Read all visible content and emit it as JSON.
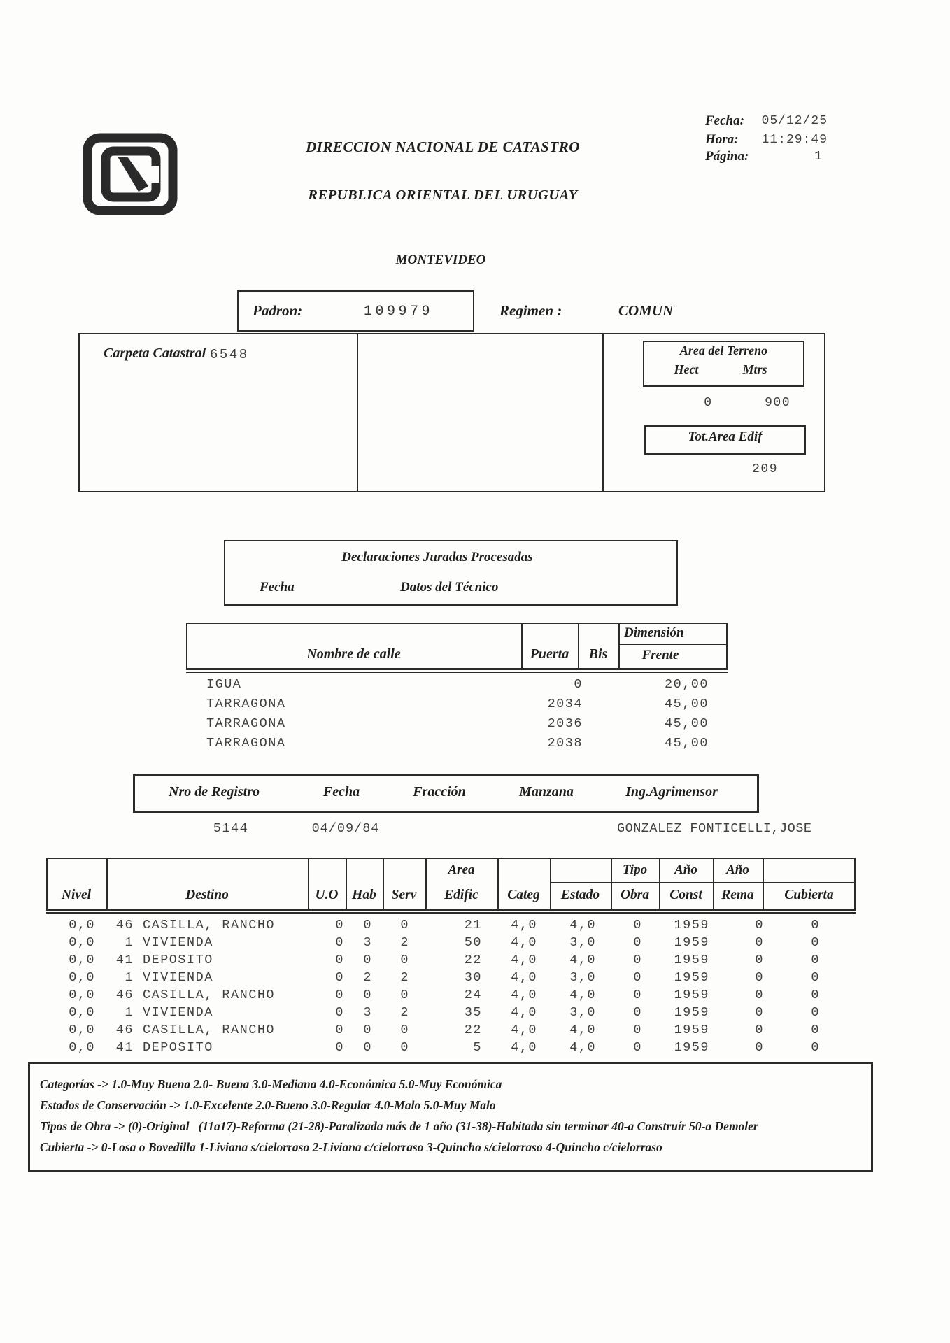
{
  "meta": {
    "fecha_label": "Fecha:",
    "fecha": "05/12/25",
    "hora_label": "Hora:",
    "hora": "11:29:49",
    "pagina_label": "Página:",
    "pagina": "1"
  },
  "header": {
    "linea1": "DIRECCION NACIONAL DE CATASTRO",
    "linea2": "REPUBLICA ORIENTAL DEL URUGUAY",
    "departamento": "MONTEVIDEO",
    "logo": "dnc-logo"
  },
  "padron": {
    "label": "Padron:",
    "numero": "109979",
    "regimen_label": "Regimen :",
    "regimen": "COMUN"
  },
  "carpeta": {
    "label": "Carpeta Catastral",
    "numero": "6548"
  },
  "area_terreno": {
    "titulo": "Area del Terreno",
    "hect_label": "Hect",
    "mtrs_label": "Mtrs",
    "hect": "0",
    "mtrs": "900"
  },
  "tot_area_edif": {
    "titulo": "Tot.Area Edif",
    "valor": "209"
  },
  "declaraciones": {
    "titulo": "Declaraciones Juradas Procesadas",
    "fecha_label": "Fecha",
    "datos_label": "Datos del Técnico"
  },
  "calles": {
    "nombre_label": "Nombre de calle",
    "puerta_label": "Puerta",
    "bis_label": "Bis",
    "dimension_label": "Dimensión",
    "frente_label": "Frente",
    "rows": [
      {
        "nombre": "IGUA",
        "puerta": "0",
        "bis": "",
        "frente": "20,00"
      },
      {
        "nombre": "TARRAGONA",
        "puerta": "2034",
        "bis": "",
        "frente": "45,00"
      },
      {
        "nombre": "TARRAGONA",
        "puerta": "2036",
        "bis": "",
        "frente": "45,00"
      },
      {
        "nombre": "TARRAGONA",
        "puerta": "2038",
        "bis": "",
        "frente": "45,00"
      }
    ]
  },
  "registro": {
    "nro_label": "Nro de Registro",
    "fecha_label": "Fecha",
    "fraccion_label": "Fracción",
    "manzana_label": "Manzana",
    "agrimensor_label": "Ing.Agrimensor",
    "nro": "5144",
    "fecha": "04/09/84",
    "fraccion": "",
    "manzana": "",
    "agrimensor": "GONZALEZ FONTICELLI,JOSE"
  },
  "construcciones": {
    "area_label": "Area",
    "tipo_label": "Tipo",
    "anio_const_label": "Año",
    "anio_rema_label": "Año",
    "nivel_label": "Nivel",
    "destino_label": "Destino",
    "uo_label": "U.O",
    "hab_label": "Hab",
    "serv_label": "Serv",
    "edific_label": "Edific",
    "categ_label": "Categ",
    "estado_label": "Estado",
    "obra_label": "Obra",
    "const_label": "Const",
    "rema_label": "Rema",
    "cubierta_label": "Cubierta",
    "rows": [
      {
        "nivel": "0,0",
        "cod": "46",
        "destino": "CASILLA, RANCHO",
        "uo": "0",
        "hab": "0",
        "serv": "0",
        "area": "21",
        "categ": "4,0",
        "estado": "4,0",
        "obra": "0",
        "anio_const": "1959",
        "anio_rema": "0",
        "cubierta": "0"
      },
      {
        "nivel": "0,0",
        "cod": "1",
        "destino": "VIVIENDA",
        "uo": "0",
        "hab": "3",
        "serv": "2",
        "area": "50",
        "categ": "4,0",
        "estado": "3,0",
        "obra": "0",
        "anio_const": "1959",
        "anio_rema": "0",
        "cubierta": "0"
      },
      {
        "nivel": "0,0",
        "cod": "41",
        "destino": "DEPOSITO",
        "uo": "0",
        "hab": "0",
        "serv": "0",
        "area": "22",
        "categ": "4,0",
        "estado": "4,0",
        "obra": "0",
        "anio_const": "1959",
        "anio_rema": "0",
        "cubierta": "0"
      },
      {
        "nivel": "0,0",
        "cod": "1",
        "destino": "VIVIENDA",
        "uo": "0",
        "hab": "2",
        "serv": "2",
        "area": "30",
        "categ": "4,0",
        "estado": "3,0",
        "obra": "0",
        "anio_const": "1959",
        "anio_rema": "0",
        "cubierta": "0"
      },
      {
        "nivel": "0,0",
        "cod": "46",
        "destino": "CASILLA, RANCHO",
        "uo": "0",
        "hab": "0",
        "serv": "0",
        "area": "24",
        "categ": "4,0",
        "estado": "4,0",
        "obra": "0",
        "anio_const": "1959",
        "anio_rema": "0",
        "cubierta": "0"
      },
      {
        "nivel": "0,0",
        "cod": "1",
        "destino": "VIVIENDA",
        "uo": "0",
        "hab": "3",
        "serv": "2",
        "area": "35",
        "categ": "4,0",
        "estado": "3,0",
        "obra": "0",
        "anio_const": "1959",
        "anio_rema": "0",
        "cubierta": "0"
      },
      {
        "nivel": "0,0",
        "cod": "46",
        "destino": "CASILLA, RANCHO",
        "uo": "0",
        "hab": "0",
        "serv": "0",
        "area": "22",
        "categ": "4,0",
        "estado": "4,0",
        "obra": "0",
        "anio_const": "1959",
        "anio_rema": "0",
        "cubierta": "0"
      },
      {
        "nivel": "0,0",
        "cod": "41",
        "destino": "DEPOSITO",
        "uo": "0",
        "hab": "0",
        "serv": "0",
        "area": "5",
        "categ": "4,0",
        "estado": "4,0",
        "obra": "0",
        "anio_const": "1959",
        "anio_rema": "0",
        "cubierta": "0"
      }
    ]
  },
  "notas": {
    "categorias": "Categorías -> 1.0-Muy Buena 2.0- Buena 3.0-Mediana 4.0-Económica 5.0-Muy Económica",
    "estados": "Estados de Conservación -> 1.0-Excelente 2.0-Bueno 3.0-Regular 4.0-Malo 5.0-Muy Malo",
    "tipos": "Tipos de Obra -> (0)-Original   (11a17)-Reforma (21-28)-Paralizada más de 1 año (31-38)-Habitada sin terminar 40-a Construír 50-a Demoler",
    "cubierta": "Cubierta -> 0-Losa o Bovedilla 1-Liviana s/cielorraso 2-Liviana c/cielorraso 3-Quincho s/cielorraso 4-Quincho c/cielorraso"
  }
}
